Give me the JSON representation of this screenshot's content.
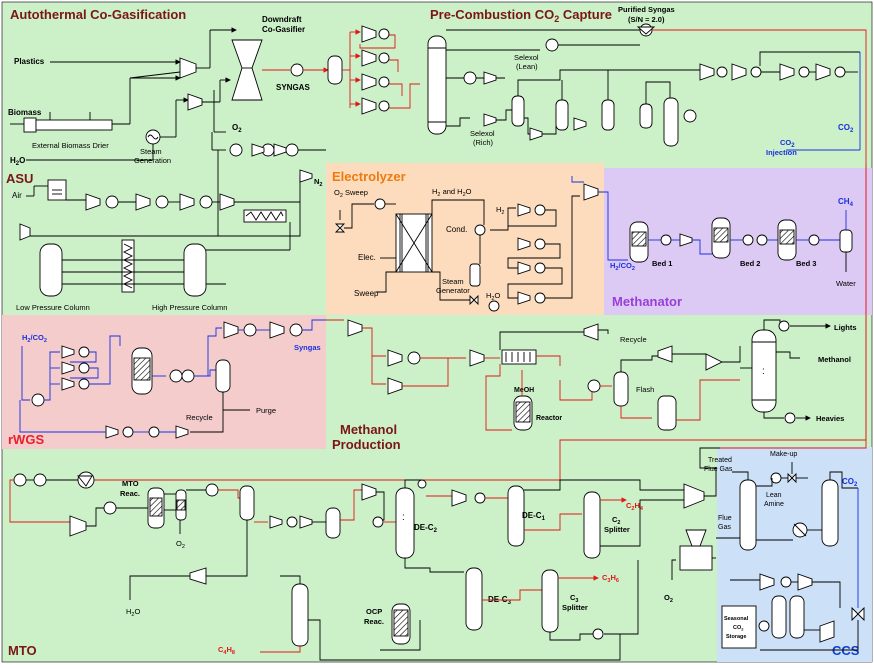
{
  "sections": {
    "autothermal": "Autothermal Co-Gasification",
    "precomb_prefix": "Pre-Combustion CO",
    "precomb_sub": "2",
    "precomb_suffix": " Capture",
    "asu": "ASU",
    "electrolyzer": "Electrolyzer",
    "methanator": "Methanator",
    "rwgs": "rWGS",
    "methanol_1": "Methanol",
    "methanol_2": "Production",
    "mto": "MTO",
    "ccs": "CCS"
  },
  "colors": {
    "green": "#ccf0c8",
    "orange": "#fcdcbc",
    "purple": "#dccaf4",
    "pink": "#f4cccc",
    "blue": "#cce0f8",
    "title_dark": "#7a1616",
    "title_orange": "#f07a10",
    "title_purple": "#9a3ed8",
    "title_red": "#e8202a",
    "title_blue": "#1040d0",
    "red_line": "#e01818",
    "blue_line": "#1830e0"
  },
  "labels": {
    "plastics": "Plastics",
    "biomass": "Biomass",
    "h2o_1": "H",
    "h2o_1b": "O",
    "ext_drier": "External Biomass Drier",
    "steam_gen_1": "Steam",
    "steam_gen_2": "Generation",
    "downdraft_1": "Downdraft",
    "downdraft_2": "Co-Gasifier",
    "syngas_main": "SYNGAS",
    "o2_main": "O",
    "purified_1": "Purified Syngas",
    "purified_2": "(S/N = 2.0)",
    "selexol_lean_1": "Selexol",
    "selexol_lean_2": "(Lean)",
    "selexol_rich_1": "Selexol",
    "selexol_rich_2": "(Rich)",
    "co2_right": "CO",
    "co2_inj_1": "CO",
    "co2_inj_2": "Injection",
    "air": "Air",
    "n2": "N",
    "lp_column": "Low Pressure Column",
    "hp_column": "High Pressure Column",
    "o2_sweep": "O",
    "o2_sweep_b": " Sweep",
    "h2_and_h2o": "H",
    "h2_and_h2o_b": " and H",
    "h2_and_h2o_c": "O",
    "cond": "Cond.",
    "h2_elec": "H",
    "elec": "Elec.",
    "sweep": "Sweep",
    "steam_gen_e1": "Steam",
    "steam_gen_e2": "Generator",
    "h2o_e": "H",
    "h2o_e_b": "O",
    "h2co2_meth": "H",
    "bed1": "Bed 1",
    "bed2": "Bed 2",
    "bed3": "Bed 3",
    "ch4": "CH",
    "water": "Water",
    "h2co2_rwgs": "H",
    "syngas_rwgs": "Syngas",
    "recycle_rwgs": "Recycle",
    "purge": "Purge",
    "recycle_meoh": "Recycle",
    "lights": "Lights",
    "methanol": "Methanol",
    "heavies": "Heavies",
    "flash": "Flash",
    "meoh_reactor_1": "MeOH",
    "meoh_reactor_2": "Reactor",
    "mto_reac_1": "MTO",
    "mto_reac_2": "Reac.",
    "o2_mto": "O",
    "h2o_mto": "H",
    "de_c2": "DE-C",
    "de_c1": "DE-C",
    "de_c3": "DE-C",
    "c2_splitter_1": "C",
    "c2_splitter_2": "Splitter",
    "c3_splitter_1": "C",
    "c3_splitter_2": "Splitter",
    "c2h4": "C",
    "c3h6": "C",
    "c4h8": "C",
    "ocp_1": "OCP",
    "ocp_2": "Reac.",
    "o2_bottom": "O",
    "treated_1": "Treated",
    "treated_2": "Flue Gas",
    "makeup": "Make-up",
    "lean_1": "Lean",
    "lean_2": "Amine",
    "flue_1": "Flue",
    "flue_2": "Gas",
    "co2_ccs": "CO",
    "seasonal_1": "Seasonal",
    "seasonal_2": "CO",
    "seasonal_3": "Storage"
  }
}
